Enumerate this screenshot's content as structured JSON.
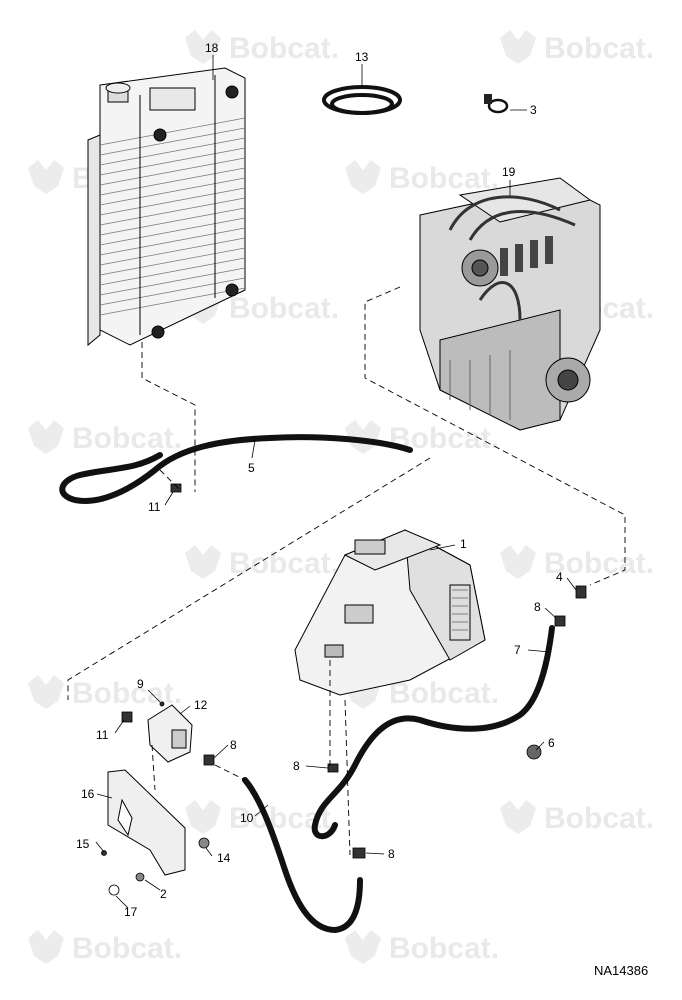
{
  "watermark": "Bobcat.",
  "figure_id": "NA14386",
  "callouts": [
    "18",
    "13",
    "3",
    "19",
    "5",
    "11",
    "1",
    "4",
    "8",
    "7",
    "6",
    "9",
    "12",
    "11",
    "8",
    "8",
    "16",
    "10",
    "15",
    "14",
    "8",
    "2",
    "17"
  ],
  "icons": [
    "radiator-icon",
    "engine-icon",
    "coolant-reservoir-icon",
    "hose-icon",
    "clamp-icon",
    "bracket-icon",
    "bolt-icon",
    "bobcat-logo-icon"
  ]
}
